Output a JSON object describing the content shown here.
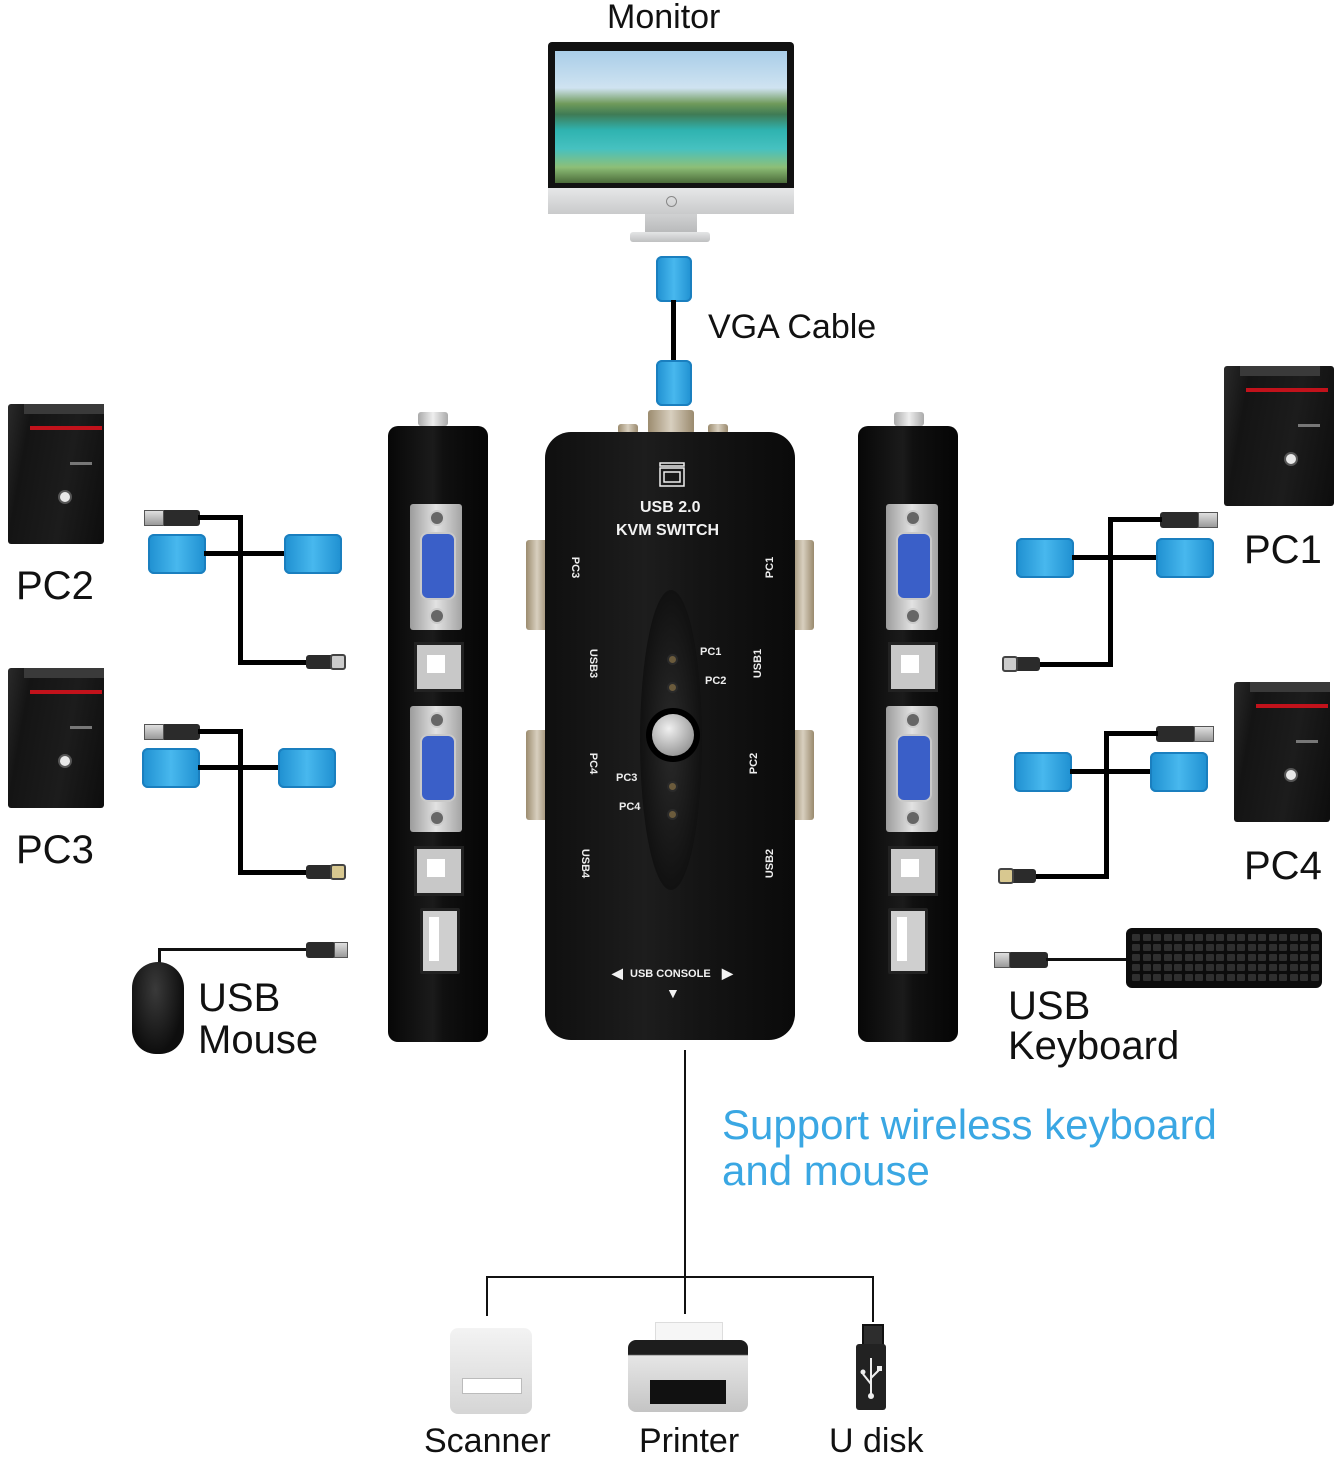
{
  "title": "USB 2.0 KVM Switch connection diagram",
  "labels": {
    "monitor": "Monitor",
    "vga_cable": "VGA Cable",
    "pc1": "PC1",
    "pc2": "PC2",
    "pc3": "PC3",
    "pc4": "PC4",
    "usb_mouse_line1": "USB",
    "usb_mouse_line2": "Mouse",
    "usb_keyboard_line1": "USB",
    "usb_keyboard_line2": "Keyboard",
    "feature_line1": "Support wireless keyboard",
    "feature_line2": "and mouse",
    "scanner": "Scanner",
    "printer": "Printer",
    "udisk": "U disk"
  },
  "kvm": {
    "model_line1": "USB 2.0",
    "model_line2": "KVM SWITCH",
    "port_labels": {
      "pc3": "PC3",
      "pc1": "PC1",
      "usb3": "USB3",
      "usb1": "USB1",
      "pc4": "PC4",
      "pc2": "PC2",
      "usb4": "USB4",
      "usb2": "USB2"
    },
    "led_labels": [
      "PC1",
      "PC2",
      "PC3",
      "PC4"
    ],
    "console_label": "USB CONSOLE",
    "arrow_left": "◀",
    "arrow_right": "▶",
    "arrow_down": "▼"
  },
  "colors": {
    "feature_text": "#3aa7e3",
    "vga_connector": "#2f9fdc",
    "tower_stripe": "#c2121b",
    "kvm_body": "#141414"
  }
}
